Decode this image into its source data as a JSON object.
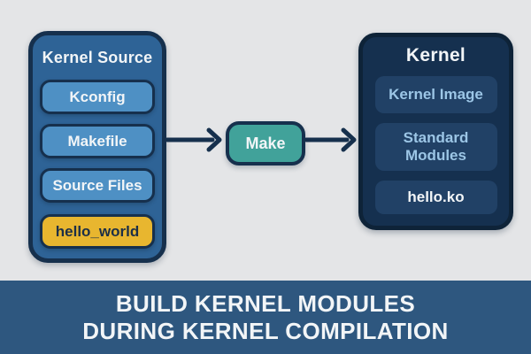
{
  "colors": {
    "background": "#e4e5e7",
    "panel_blue": "#2e6396",
    "panel_dark": "#15304f",
    "chip_blue": "#4e90c4",
    "chip_yellow": "#e8b62f",
    "chip_dark": "#214166",
    "teal": "#41a29a",
    "outline": "#16304d",
    "outline_darker": "#0e2338",
    "banner": "#2e577f",
    "text_light": "#f2f5f7",
    "text_dark": "#1c2f47",
    "text_lightblue": "#9cc6e6"
  },
  "source_box": {
    "title": "Kernel Source",
    "items": [
      {
        "label": "Kconfig"
      },
      {
        "label": "Makefile"
      },
      {
        "label": "Source Files"
      },
      {
        "label": "hello_world"
      }
    ]
  },
  "make_node": {
    "label": "Make"
  },
  "kernel_box": {
    "title": "Kernel",
    "items": [
      {
        "label": "Kernel Image"
      },
      {
        "label": "Standard Modules"
      },
      {
        "label": "hello.ko"
      }
    ]
  },
  "banner": {
    "line1": "BUILD KERNEL MODULES",
    "line2": "DURING KERNEL COMPILATION"
  }
}
